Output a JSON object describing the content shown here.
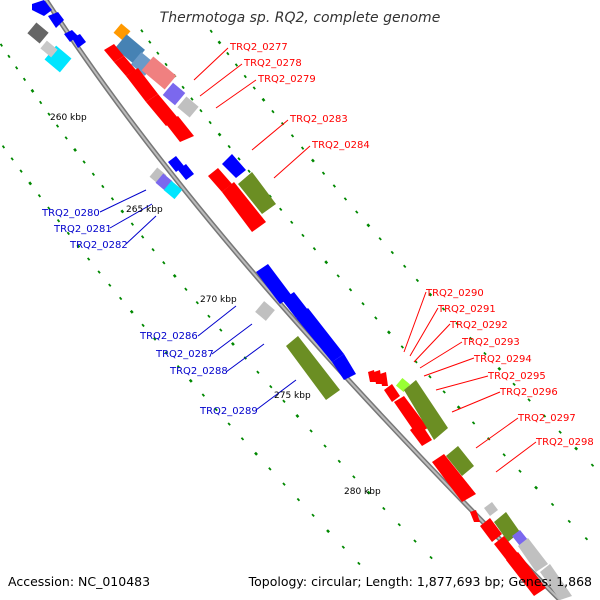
{
  "header": {
    "title": "Thermotoga sp. RQ2, complete genome"
  },
  "footer": {
    "accession": "Accession: NC_010483",
    "topology": "Topology: circular; Length: 1,877,693 bp; Genes: 1,868"
  },
  "scale_marks": [
    "260 kbp",
    "265 kbp",
    "270 kbp",
    "275 kbp",
    "280 kbp"
  ],
  "gene_labels_forward": [
    "TRQ2_0277",
    "TRQ2_0278",
    "TRQ2_0279",
    "TRQ2_0283",
    "TRQ2_0284",
    "TRQ2_0290",
    "TRQ2_0291",
    "TRQ2_0292",
    "TRQ2_0293",
    "TRQ2_0294",
    "TRQ2_0295",
    "TRQ2_0296",
    "TRQ2_0297",
    "TRQ2_0298"
  ],
  "gene_labels_reverse": [
    "TRQ2_0280",
    "TRQ2_0281",
    "TRQ2_0282",
    "TRQ2_0286",
    "TRQ2_0287",
    "TRQ2_0288",
    "TRQ2_0289"
  ],
  "colors": {
    "forward_cds": "#ff0000",
    "reverse_cds": "#0000ff",
    "backbone": "#888888",
    "cog_green": "#6b8e23",
    "cog_gray": "#c0c0c0",
    "cog_cyan": "#00e5ff",
    "cog_pink": "#f08080",
    "cog_steel": "#4682b4",
    "cog_purple": "#7b68ee",
    "cog_orange": "#ff9900",
    "cog_lime": "#99ff33",
    "tick_green": "#008800"
  }
}
